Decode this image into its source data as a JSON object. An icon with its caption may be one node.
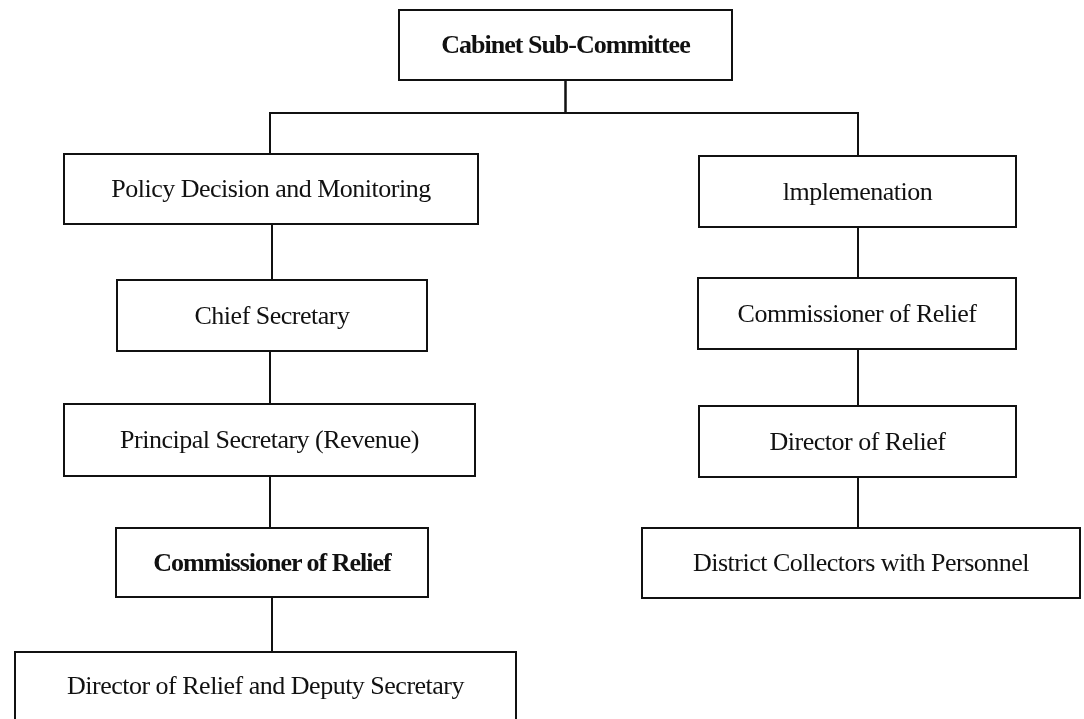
{
  "diagram": {
    "nodes": [
      {
        "text": [
          "Cabinet Sub-Committee"
        ]
      },
      {
        "text": [
          "Policy Decision and Monitoring"
        ]
      },
      {
        "text": [
          "lmplemenation"
        ]
      },
      {
        "text": [
          "Chief Secretary"
        ]
      },
      {
        "text": [
          "Commissioner of Relief"
        ]
      },
      {
        "text": [
          "Principal Secretary (Revenue)"
        ]
      },
      {
        "text": [
          "Director of Relief"
        ]
      },
      {
        "text": [
          "Commissioner of Relief"
        ]
      },
      {
        "text": [
          "District Collectors with Personnel"
        ]
      },
      {
        "text": [
          "Director of Relief and Deputy Secretary"
        ]
      }
    ],
    "edges": [
      {
        "from": 0,
        "to": 1,
        "arrow": "none"
      },
      {
        "from": 0,
        "to": 2,
        "arrow": "none"
      },
      {
        "from": 1,
        "to": 3,
        "arrow": "none"
      },
      {
        "from": 3,
        "to": 5,
        "arrow": "none"
      },
      {
        "from": 5,
        "to": 7,
        "arrow": "none"
      },
      {
        "from": 7,
        "to": 9,
        "arrow": "none"
      },
      {
        "from": 2,
        "to": 4,
        "arrow": "none"
      },
      {
        "from": 4,
        "to": 6,
        "arrow": "none"
      },
      {
        "from": 6,
        "to": 8,
        "arrow": "none"
      }
    ]
  }
}
